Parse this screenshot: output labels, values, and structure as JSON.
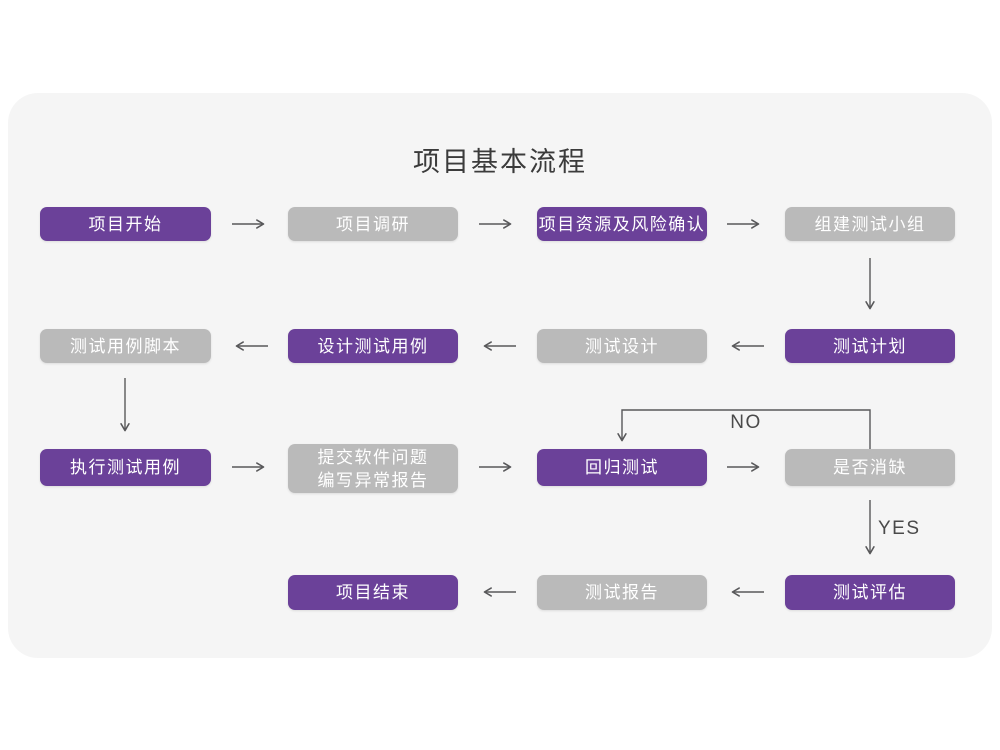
{
  "flowchart": {
    "title": "项目基本流程",
    "nodes": [
      {
        "id": "project-start",
        "label": "项目开始",
        "type": "primary"
      },
      {
        "id": "project-research",
        "label": "项目调研",
        "type": "secondary"
      },
      {
        "id": "resource-risk",
        "label": "项目资源及风险确认",
        "type": "primary"
      },
      {
        "id": "build-test-team",
        "label": "组建测试小组",
        "type": "secondary"
      },
      {
        "id": "test-plan",
        "label": "测试计划",
        "type": "primary"
      },
      {
        "id": "test-design",
        "label": "测试设计",
        "type": "secondary"
      },
      {
        "id": "design-test-cases",
        "label": "设计测试用例",
        "type": "primary"
      },
      {
        "id": "test-case-script",
        "label": "测试用例脚本",
        "type": "secondary"
      },
      {
        "id": "execute-test-cases",
        "label": "执行测试用例",
        "type": "primary"
      },
      {
        "id": "submit-issues",
        "label": "提交软件问题\n编写异常报告",
        "type": "secondary"
      },
      {
        "id": "regression-test",
        "label": "回归测试",
        "type": "primary"
      },
      {
        "id": "defect-cleared",
        "label": "是否消缺",
        "type": "secondary"
      },
      {
        "id": "test-evaluation",
        "label": "测试评估",
        "type": "primary"
      },
      {
        "id": "test-report",
        "label": "测试报告",
        "type": "secondary"
      },
      {
        "id": "project-end",
        "label": "项目结束",
        "type": "primary"
      }
    ],
    "edge_labels": {
      "no": "NO",
      "yes": "YES"
    },
    "colors": {
      "primary_box": "#6B4199",
      "secondary_box": "#BABABA",
      "card_background": "#F5F5F5",
      "page_background": "#FFFFFF",
      "arrow": "#58585A",
      "node_text": "#FFFFFF",
      "title_text": "#3B3B3B",
      "edge_label_text": "#4A4A4A"
    }
  }
}
